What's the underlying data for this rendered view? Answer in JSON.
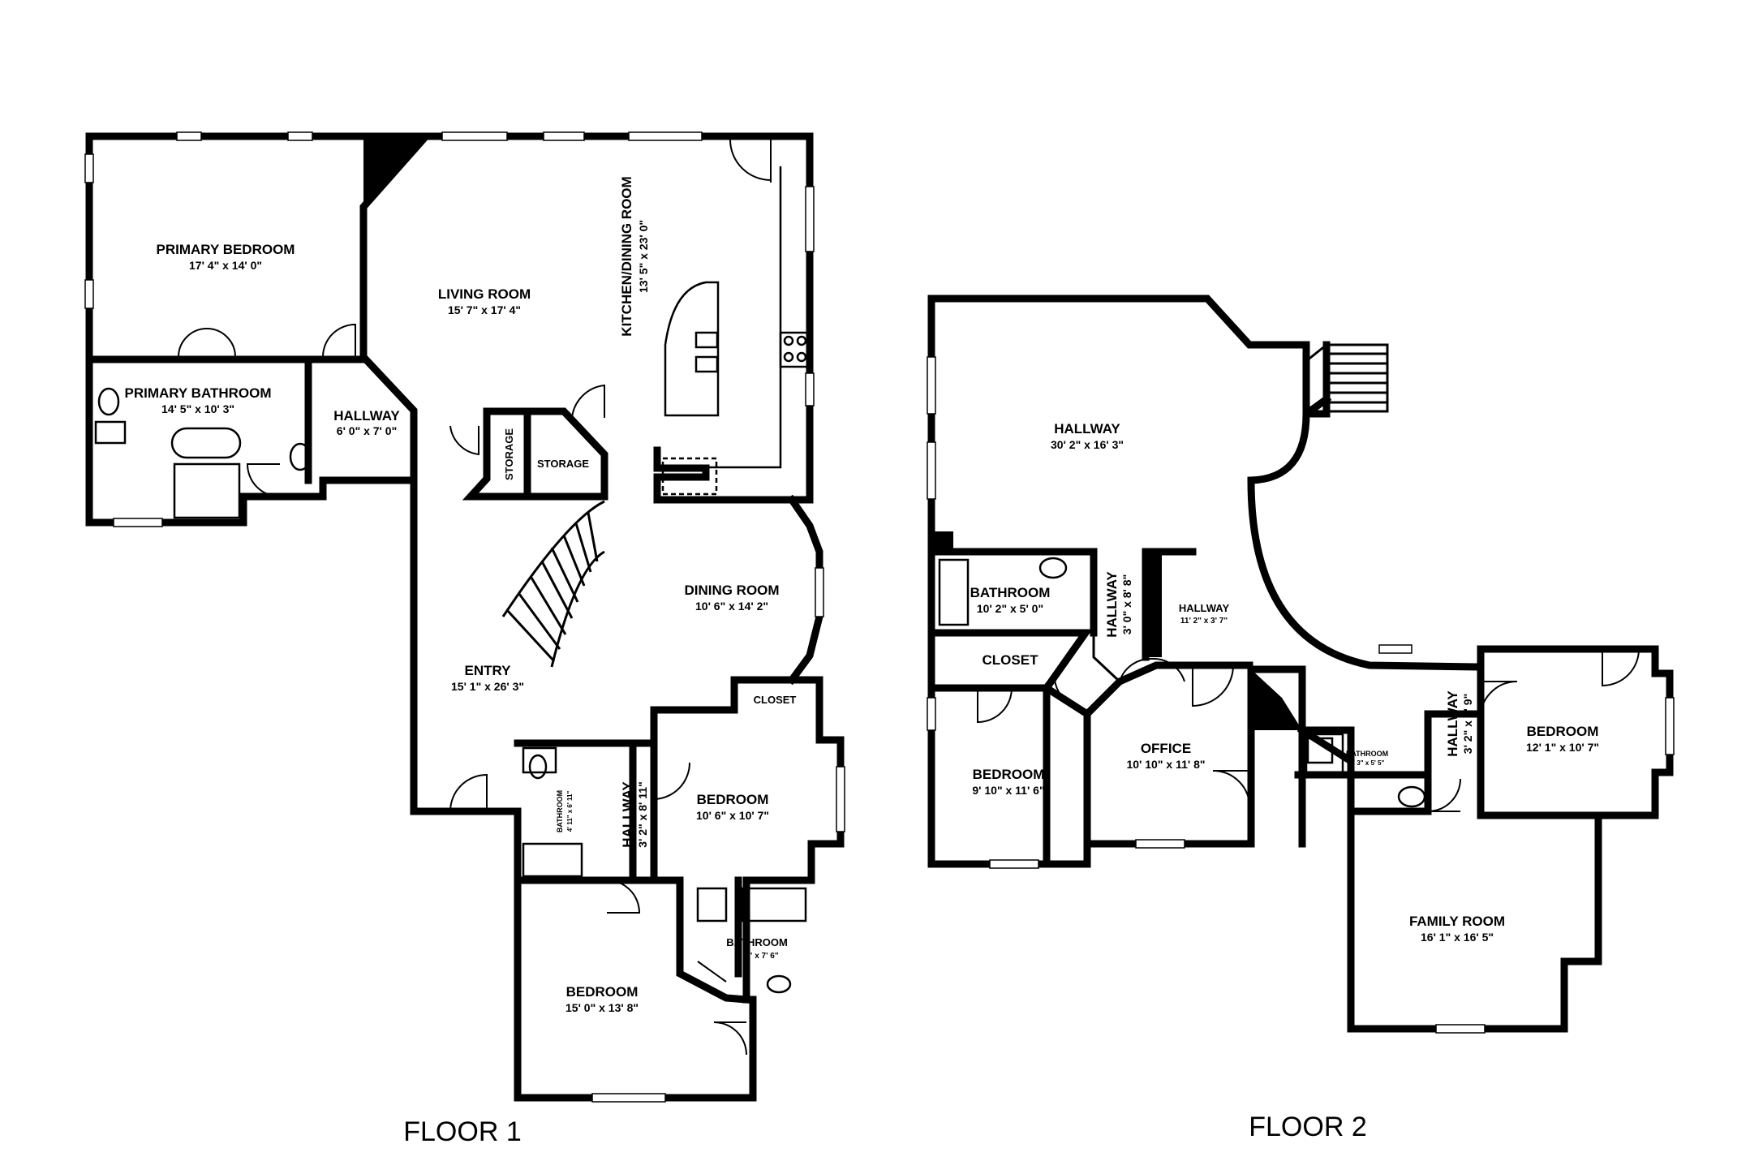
{
  "floors": [
    {
      "label": "FLOOR 1",
      "rooms": [
        {
          "name": "PRIMARY BEDROOM",
          "dims": "17' 4\" x 14' 0\""
        },
        {
          "name": "LIVING ROOM",
          "dims": "15' 7\" x 17' 4\""
        },
        {
          "name": "KITCHEN/DINING ROOM",
          "dims": "13' 5\" x 23' 0\""
        },
        {
          "name": "PRIMARY BATHROOM",
          "dims": "14' 5\" x 10' 3\""
        },
        {
          "name": "HALLWAY",
          "dims": "6' 0\" x 7' 0\""
        },
        {
          "name": "STORAGE",
          "dims": ""
        },
        {
          "name": "STORAGE",
          "dims": ""
        },
        {
          "name": "DINING ROOM",
          "dims": "10' 6\" x 14' 2\""
        },
        {
          "name": "ENTRY",
          "dims": "15' 1\" x 26' 3\""
        },
        {
          "name": "CLOSET",
          "dims": ""
        },
        {
          "name": "BEDROOM",
          "dims": "10' 6\" x 10' 7\""
        },
        {
          "name": "HALLWAY",
          "dims": "3' 2\" x 8' 11\""
        },
        {
          "name": "BATHROOM",
          "dims": "4' 11\" x 6' 11\""
        },
        {
          "name": "BATHROOM",
          "dims": "8' 0\" x 7' 6\""
        },
        {
          "name": "BEDROOM",
          "dims": "15' 0\" x 13' 8\""
        }
      ]
    },
    {
      "label": "FLOOR 2",
      "rooms": [
        {
          "name": "HALLWAY",
          "dims": "30' 2\" x 16' 3\""
        },
        {
          "name": "BATHROOM",
          "dims": "10' 2\" x 5' 0\""
        },
        {
          "name": "HALLWAY",
          "dims": "3' 0\" x 8' 8\""
        },
        {
          "name": "HALLWAY",
          "dims": "11' 2\" x 3' 7\""
        },
        {
          "name": "CLOSET",
          "dims": ""
        },
        {
          "name": "BEDROOM",
          "dims": "9' 10\" x 11' 6\""
        },
        {
          "name": "OFFICE",
          "dims": "10' 10\" x 11' 8\""
        },
        {
          "name": "BATHROOM",
          "dims": "8' 3\" x 5' 5\""
        },
        {
          "name": "HALLWAY",
          "dims": "3' 2\" x 6' 9\""
        },
        {
          "name": "BEDROOM",
          "dims": "12' 1\" x 10' 7\""
        },
        {
          "name": "FAMILY ROOM",
          "dims": "16' 1\" x 16' 5\""
        }
      ]
    }
  ]
}
